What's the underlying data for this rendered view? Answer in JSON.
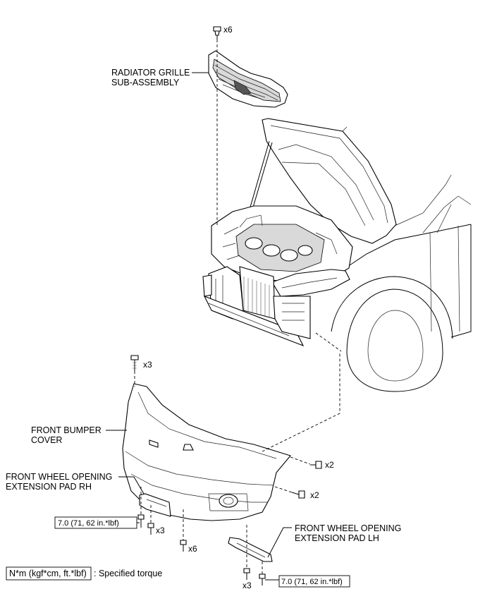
{
  "labels": {
    "radiator_grille_line1": "RADIATOR GRILLE",
    "radiator_grille_line2": "SUB-ASSEMBLY",
    "front_bumper_line1": "FRONT BUMPER",
    "front_bumper_line2": "COVER",
    "pad_rh_line1": "FRONT WHEEL OPENING",
    "pad_rh_line2": "EXTENSION PAD RH",
    "pad_lh_line1": "FRONT WHEEL OPENING",
    "pad_lh_line2": "EXTENSION PAD LH"
  },
  "quantities": {
    "grille_clips": "x6",
    "bumper_top_screws": "x3",
    "side_screws_upper": "x2",
    "side_screws_lower": "x2",
    "pad_rh_screws": "x3",
    "bottom_screws": "x6",
    "pad_lh_screws": "x3"
  },
  "torque": {
    "pad_rh": "7.0 (71, 62 in.*lbf)",
    "pad_lh": "7.0 (71, 62 in.*lbf)"
  },
  "legend": {
    "unit_box": "N*m (kgf*cm, ft.*lbf)",
    "description": ": Specified torque"
  }
}
